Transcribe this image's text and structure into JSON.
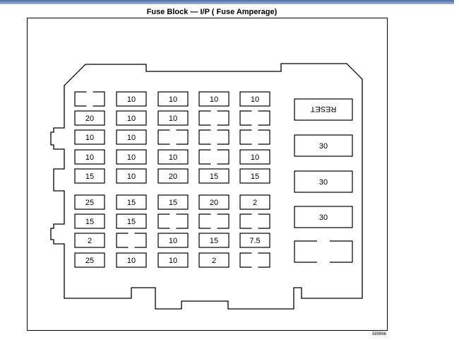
{
  "title": "Fuse Block — I/P ( Fuse Amperage)",
  "reference_number": "589866",
  "fuse_grid": [
    [
      "",
      "10",
      "10",
      "10",
      "10"
    ],
    [
      "20",
      "10",
      "10",
      "",
      ""
    ],
    [
      "10",
      "10",
      "",
      "",
      ""
    ],
    [
      "10",
      "10",
      "10",
      "",
      "10"
    ],
    [
      "15",
      "10",
      "20",
      "15",
      "15"
    ],
    [
      "25",
      "15",
      "15",
      "20",
      "2"
    ],
    [
      "15",
      "15",
      "",
      "",
      ""
    ],
    [
      "2",
      "",
      "10",
      "15",
      "7.5"
    ],
    [
      "25",
      "10",
      "10",
      "2",
      ""
    ]
  ],
  "right_column": [
    {
      "label": "RESET",
      "mirrored": true
    },
    {
      "label": "30"
    },
    {
      "label": "30"
    },
    {
      "label": "30"
    },
    {
      "label": ""
    }
  ]
}
